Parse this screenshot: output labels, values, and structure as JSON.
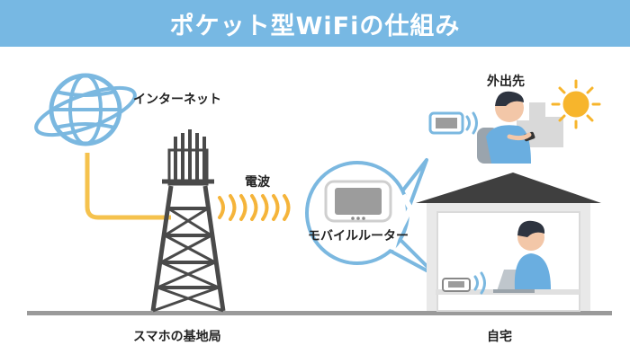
{
  "title": "ポケット型WiFiの仕組み",
  "labels": {
    "internet": "インターネット",
    "radio_waves": "電波",
    "mobile_router": "モバイルルーター",
    "base_station": "スマホの基地局",
    "outside": "外出先",
    "home": "自宅"
  },
  "colors": {
    "banner": "#77b8e3",
    "bubble_border": "#7bb8e0",
    "waves": "#f5b43a",
    "cable": "#f5c24d",
    "tower": "#4a4a4a",
    "roof": "#3f3f3f",
    "house_wall": "#e9e9e9",
    "sun": "#f7b52c",
    "shirt": "#6aaee0"
  },
  "icons": [
    "globe-icon",
    "tower-icon",
    "router-icon",
    "sun-icon",
    "house-icon",
    "laptop-icon",
    "person-icon",
    "wifi-signal-icon"
  ]
}
